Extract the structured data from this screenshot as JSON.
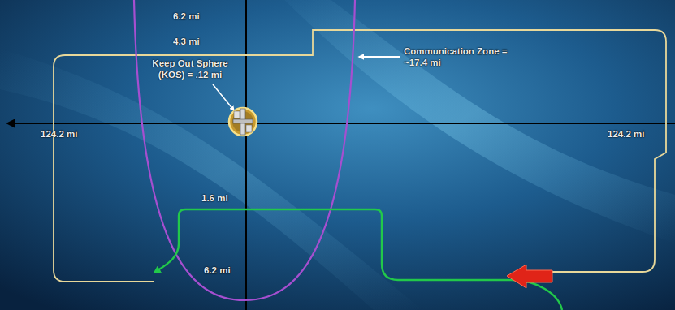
{
  "diagram": {
    "labels": [
      "6.2 mi",
      "4.3 mi",
      "Keep Out Sphere (KOS) = .12 mi",
      "Communication Zone = ~17.4 mi",
      "124.2 mi",
      "124.2 mi",
      "1.6 mi",
      "6.2 mi"
    ]
  }
}
